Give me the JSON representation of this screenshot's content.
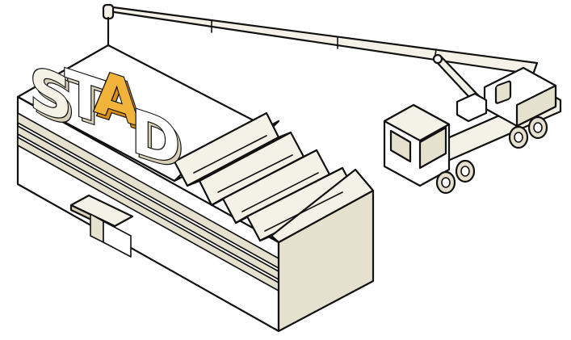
{
  "illustration": {
    "sign": {
      "letters": [
        "S",
        "T",
        "A",
        "D"
      ],
      "highlighted_letter": "A"
    },
    "colors": {
      "outline": "#111111",
      "fill_light": "#f4f1e6",
      "fill_mid": "#e6e1cf",
      "fill_dark": "#d6cfb7",
      "accent": "#f2b33a",
      "accent_shade": "#d98e12",
      "background": "#ffffff"
    }
  }
}
